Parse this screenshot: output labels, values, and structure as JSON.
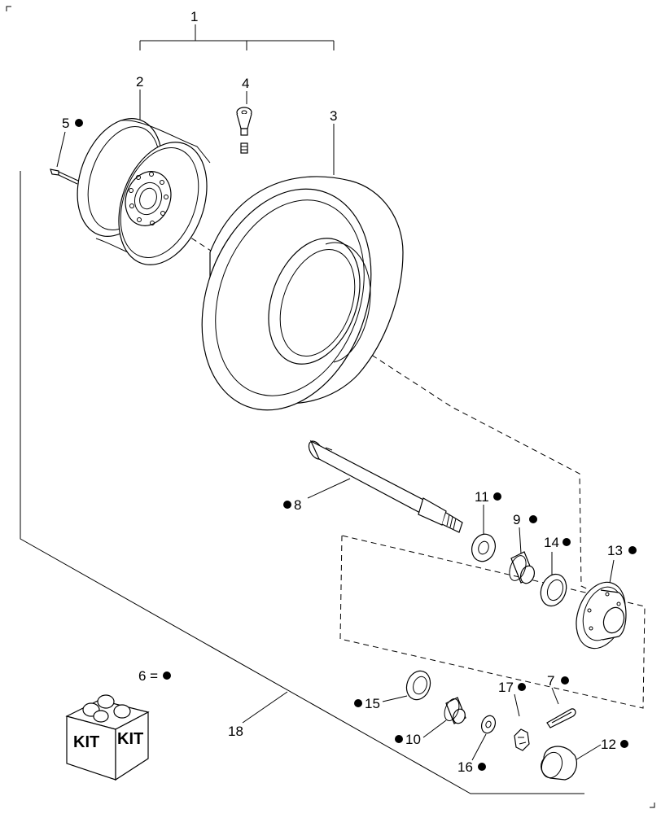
{
  "diagram": {
    "callouts": [
      {
        "key": "c1",
        "text": "1",
        "bullet": false,
        "bullet_before": false
      },
      {
        "key": "c2",
        "text": "2",
        "bullet": false,
        "bullet_before": false
      },
      {
        "key": "c3",
        "text": "3",
        "bullet": false,
        "bullet_before": false
      },
      {
        "key": "c4",
        "text": "4",
        "bullet": false,
        "bullet_before": false
      },
      {
        "key": "c5",
        "text": "5",
        "bullet": true,
        "bullet_before": false
      },
      {
        "key": "c6",
        "text": "6 =",
        "bullet": true,
        "bullet_before": false
      },
      {
        "key": "c7",
        "text": "7",
        "bullet": true,
        "bullet_before": false
      },
      {
        "key": "c8",
        "text": "8",
        "bullet": true,
        "bullet_before": true
      },
      {
        "key": "c9",
        "text": "9",
        "bullet": true,
        "bullet_before": false
      },
      {
        "key": "c10",
        "text": "10",
        "bullet": true,
        "bullet_before": true
      },
      {
        "key": "c11",
        "text": "11",
        "bullet": true,
        "bullet_before": false
      },
      {
        "key": "c12",
        "text": "12",
        "bullet": true,
        "bullet_before": false
      },
      {
        "key": "c13",
        "text": "13",
        "bullet": true,
        "bullet_before": false
      },
      {
        "key": "c14",
        "text": "14",
        "bullet": true,
        "bullet_before": false
      },
      {
        "key": "c15",
        "text": "15",
        "bullet": true,
        "bullet_before": true
      },
      {
        "key": "c16",
        "text": "16",
        "bullet": true,
        "bullet_before": false
      },
      {
        "key": "c17",
        "text": "17",
        "bullet": true,
        "bullet_before": false
      },
      {
        "key": "c18",
        "text": "18",
        "bullet": false,
        "bullet_before": false
      }
    ],
    "kit_box": {
      "label_left": "KIT",
      "label_right": "KIT"
    }
  }
}
